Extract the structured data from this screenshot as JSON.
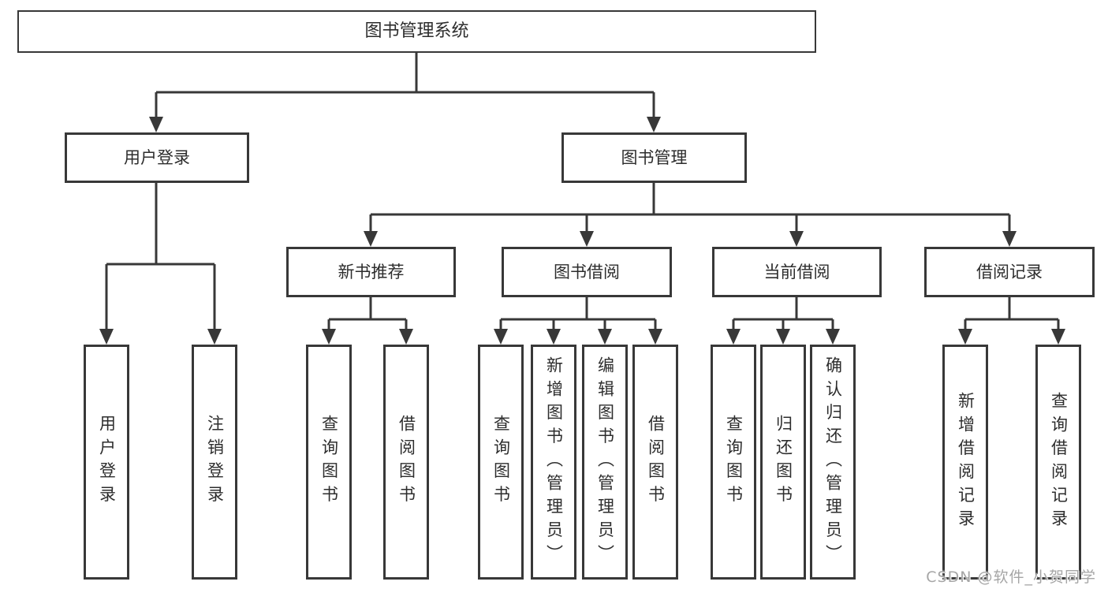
{
  "diagram": {
    "title": "图书管理系统",
    "login": {
      "label": "用户登录",
      "children": [
        "用户登录",
        "注销登录"
      ]
    },
    "management": {
      "label": "图书管理",
      "modules": [
        {
          "label": "新书推荐",
          "children": [
            "查询图书",
            "借阅图书"
          ]
        },
        {
          "label": "图书借阅",
          "children": [
            "查询图书",
            "新增图书（管理员）",
            "编辑图书（管理员）",
            "借阅图书"
          ]
        },
        {
          "label": "当前借阅",
          "children": [
            "查询图书",
            "归还图书",
            "确认归还（管理员）"
          ]
        },
        {
          "label": "借阅记录",
          "children": [
            "新增借阅记录",
            "查询借阅记录"
          ]
        }
      ]
    },
    "watermark": "CSDN @软件_小贺同学",
    "colors": {
      "line": "#383838",
      "text": "#2d2d2d",
      "watermark": "#a6a6a6",
      "background": "#ffffff"
    }
  }
}
